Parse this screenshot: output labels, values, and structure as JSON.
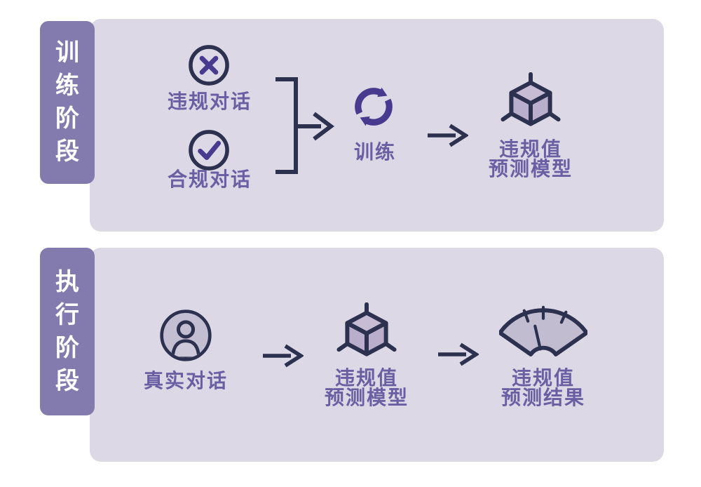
{
  "colors": {
    "panel_bg": "#dcd8e5",
    "tab_bg": "#837bad",
    "outline_navy": "#2d3150",
    "accent_violet": "#483a8e",
    "label_purple": "#6a5fa3",
    "cube_face": "#b9aecb",
    "icon_fill": "#c3bed2"
  },
  "icons": {
    "cross_circle": "cross-circle",
    "check_circle": "check-circle",
    "merge_bracket": "merge-bracket-arrow",
    "cycle": "training-cycle",
    "arrow": "right-arrow",
    "cube": "model-cube",
    "person": "user-avatar",
    "gauge": "meter-gauge"
  },
  "panels": {
    "training": {
      "tab_label": "训练阶段",
      "violating_label": "违规对话",
      "compliant_label": "合规对话",
      "train_label": "训练",
      "model_label": {
        "line1": "违规值",
        "line2": "预测模型"
      }
    },
    "execution": {
      "tab_label": "执行阶段",
      "real_label": "真实对话",
      "model_label": {
        "line1": "违规值",
        "line2": "预测模型"
      },
      "result_label": {
        "line1": "违规值",
        "line2": "预测结果"
      }
    }
  }
}
